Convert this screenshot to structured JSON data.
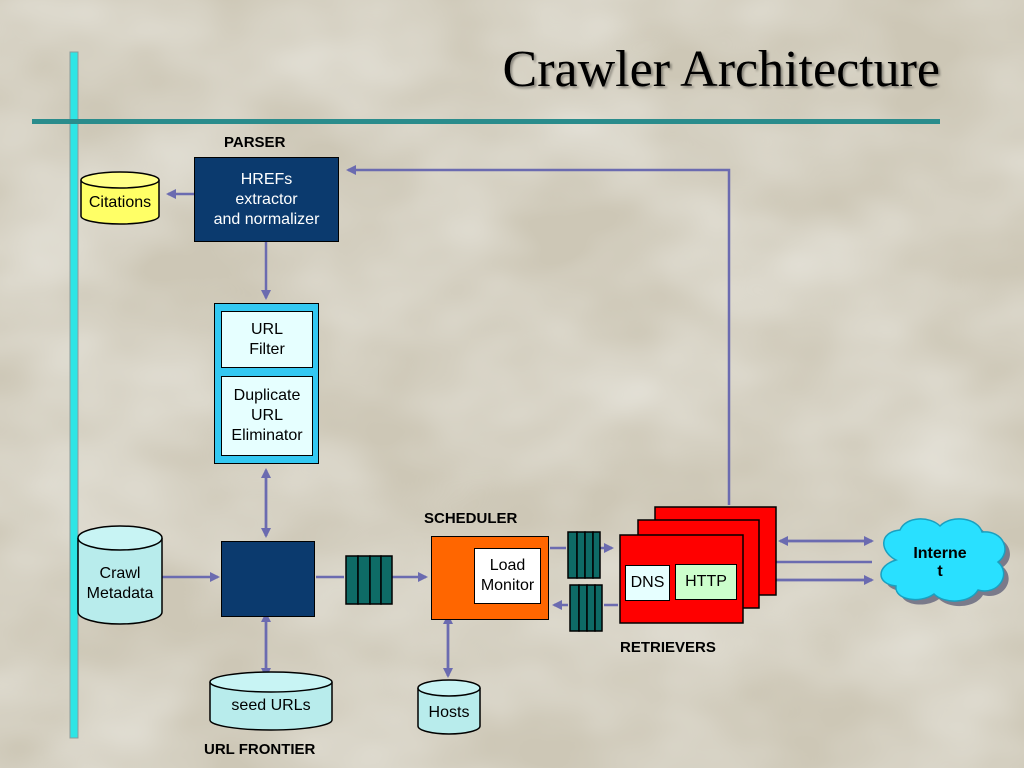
{
  "slide": {
    "title": "Crawler Architecture",
    "colors": {
      "accent_line": "#2a8c8c",
      "vertical_bar": "#2ee5e5",
      "arrow": "#6b6bb0"
    }
  },
  "components": {
    "parser_label": "PARSER",
    "parser_box": [
      "HREFs",
      "extractor",
      "and normalizer"
    ],
    "citations": "Citations",
    "url_filter": [
      "URL",
      "Filter"
    ],
    "duplicate_eliminator": [
      "Duplicate",
      "URL",
      "Eliminator"
    ],
    "crawl_metadata": [
      "Crawl",
      "Metadata"
    ],
    "seed_urls": "seed URLs",
    "url_frontier_label": "URL FRONTIER",
    "scheduler_label": "SCHEDULER",
    "load_monitor": [
      "Load",
      "Monitor"
    ],
    "hosts": "Hosts",
    "dns": "DNS",
    "http": "HTTP",
    "retrievers_label": "RETRIEVERS",
    "internet": [
      "Interne",
      "t"
    ]
  }
}
